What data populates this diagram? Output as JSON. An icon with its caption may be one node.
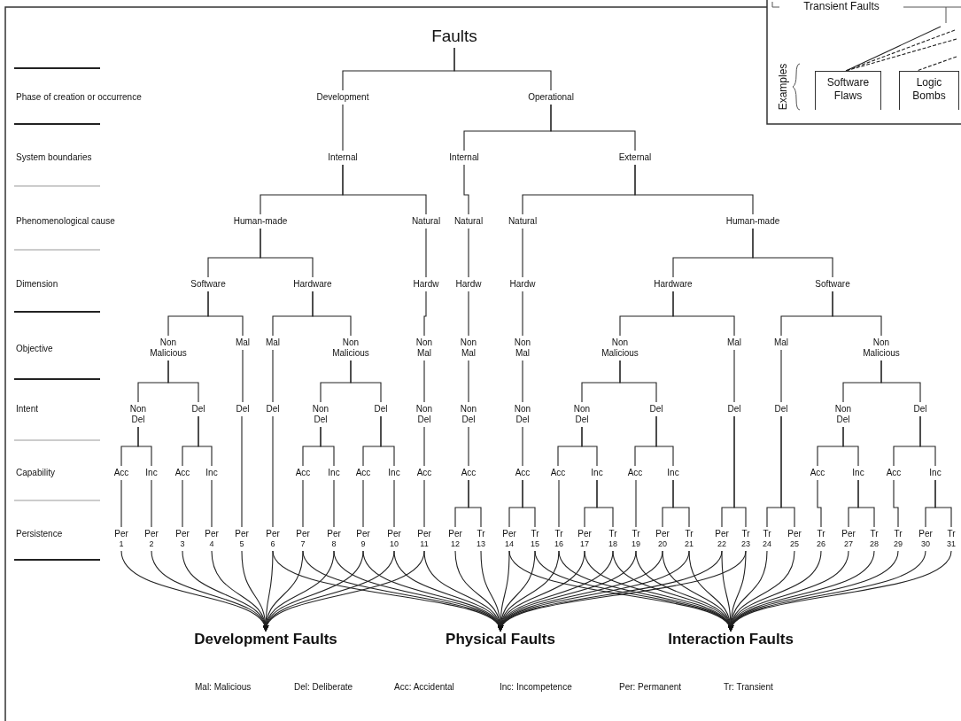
{
  "diagram": {
    "nodes": [
      {
        "text": [
          "Faults"
        ]
      },
      {
        "text": [
          "Development"
        ]
      },
      {
        "text": [
          "Operational"
        ]
      },
      {
        "text": [
          "Internal"
        ]
      },
      {
        "text": [
          "Internal"
        ]
      },
      {
        "text": [
          "External"
        ]
      },
      {
        "text": [
          "Human-made"
        ]
      },
      {
        "text": [
          "Natural"
        ]
      },
      {
        "text": [
          "Natural"
        ]
      },
      {
        "text": [
          "Natural"
        ]
      },
      {
        "text": [
          "Human-made"
        ]
      },
      {
        "text": [
          "Software"
        ]
      },
      {
        "text": [
          "Hardware"
        ]
      },
      {
        "text": [
          "Hardw"
        ]
      },
      {
        "text": [
          "Hardw"
        ]
      },
      {
        "text": [
          "Hardw"
        ]
      },
      {
        "text": [
          "Hardware"
        ]
      },
      {
        "text": [
          "Software"
        ]
      },
      {
        "text": [
          "Non Malicious"
        ]
      },
      {
        "text": [
          "Mal"
        ]
      },
      {
        "text": [
          "Mal"
        ]
      },
      {
        "text": [
          "Non Malicious"
        ]
      },
      {
        "text": [
          "Non Mal"
        ]
      },
      {
        "text": [
          "Non Mal"
        ]
      },
      {
        "text": [
          "Non Mal"
        ]
      },
      {
        "text": [
          "Non Malicious"
        ]
      },
      {
        "text": [
          "Mal"
        ]
      },
      {
        "text": [
          "Mal"
        ]
      },
      {
        "text": [
          "Non Malicious"
        ]
      },
      {
        "text": [
          "Non Del"
        ]
      },
      {
        "text": [
          "Del"
        ]
      },
      {
        "text": [
          "Del"
        ]
      },
      {
        "text": [
          "Del"
        ]
      },
      {
        "text": [
          "Non Del"
        ]
      },
      {
        "text": [
          "Del"
        ]
      },
      {
        "text": [
          "Non Del"
        ]
      },
      {
        "text": [
          "Non Del"
        ]
      },
      {
        "text": [
          "Non Del"
        ]
      },
      {
        "text": [
          "Non Del"
        ]
      },
      {
        "text": [
          "Del"
        ]
      },
      {
        "text": [
          "Del"
        ]
      },
      {
        "text": [
          "Del"
        ]
      },
      {
        "text": [
          "Non Del"
        ]
      },
      {
        "text": [
          "Del"
        ]
      },
      {
        "text": [
          "Acc"
        ]
      },
      {
        "text": [
          "Inc"
        ]
      },
      {
        "text": [
          "Acc"
        ]
      },
      {
        "text": [
          "Inc"
        ]
      },
      {
        "text": [
          "Acc"
        ]
      },
      {
        "text": [
          "Inc"
        ]
      },
      {
        "text": [
          "Acc"
        ]
      },
      {
        "text": [
          "Inc"
        ]
      },
      {
        "text": [
          "Acc"
        ]
      },
      {
        "text": [
          "Acc"
        ]
      },
      {
        "text": [
          "Acc"
        ]
      },
      {
        "text": [
          "Acc"
        ]
      },
      {
        "text": [
          "Inc"
        ]
      },
      {
        "text": [
          "Acc"
        ]
      },
      {
        "text": [
          "Inc"
        ]
      },
      {
        "text": [
          "Acc"
        ]
      },
      {
        "text": [
          "Inc"
        ]
      },
      {
        "text": [
          "Acc"
        ]
      },
      {
        "text": [
          "Inc"
        ]
      },
      {
        "text": [
          "Per"
        ],
        "beside": [
          "1"
        ]
      },
      {
        "text": [
          "Per"
        ],
        "beside": [
          "2"
        ]
      },
      {
        "text": [
          "Per"
        ],
        "beside": [
          "3"
        ]
      },
      {
        "text": [
          "Per"
        ],
        "beside": [
          "4"
        ]
      },
      {
        "text": [
          "Per"
        ],
        "beside": [
          "5"
        ]
      },
      {
        "text": [
          "Per"
        ],
        "beside": [
          "6"
        ]
      },
      {
        "text": [
          "Per"
        ],
        "beside": [
          "7"
        ]
      },
      {
        "text": [
          "Per"
        ],
        "beside": [
          "8"
        ]
      },
      {
        "text": [
          "Per"
        ],
        "beside": [
          "9"
        ]
      },
      {
        "text": [
          "Per"
        ],
        "beside": [
          "10"
        ]
      },
      {
        "text": [
          "Per"
        ],
        "beside": [
          "11"
        ]
      },
      {
        "text": [
          "Per"
        ],
        "beside": [
          "12"
        ]
      },
      {
        "text": [
          "Tr"
        ],
        "beside": [
          "13"
        ]
      },
      {
        "text": [
          "Per"
        ],
        "beside": [
          "14"
        ]
      },
      {
        "text": [
          "Tr"
        ],
        "beside": [
          "15"
        ]
      },
      {
        "text": [
          "Tr"
        ],
        "beside": [
          "16"
        ]
      },
      {
        "text": [
          "Per"
        ],
        "beside": [
          "17"
        ]
      },
      {
        "text": [
          "Tr"
        ],
        "beside": [
          "18"
        ]
      },
      {
        "text": [
          "Tr"
        ],
        "beside": [
          "19"
        ]
      },
      {
        "text": [
          "Per"
        ],
        "beside": [
          "20"
        ]
      },
      {
        "text": [
          "Tr"
        ],
        "beside": [
          "21"
        ]
      },
      {
        "text": [
          "Per"
        ],
        "beside": [
          "22"
        ]
      },
      {
        "text": [
          "Tr"
        ],
        "beside": [
          "23"
        ]
      },
      {
        "text": [
          "Tr"
        ],
        "beside": [
          "24"
        ]
      },
      {
        "text": [
          "Per"
        ],
        "beside": [
          "25"
        ]
      },
      {
        "text": [
          "Tr"
        ],
        "beside": [
          "26"
        ]
      },
      {
        "text": [
          "Per"
        ],
        "beside": [
          "27"
        ]
      },
      {
        "text": [
          "Tr"
        ],
        "beside": [
          "28"
        ]
      },
      {
        "text": [
          "Tr"
        ],
        "beside": [
          "29"
        ]
      },
      {
        "text": [
          "Per"
        ],
        "beside": [
          "30"
        ]
      },
      {
        "text": [
          "Tr"
        ],
        "beside": [
          "31"
        ]
      },
      {
        "text": [
          "Development Faults"
        ]
      },
      {
        "text": [
          "Physical Faults"
        ]
      },
      {
        "text": [
          "Interaction Faults"
        ]
      },
      {
        "text": [
          "Transient Faults"
        ]
      },
      {
        "text": [
          "Software Flaws"
        ]
      },
      {
        "text": [
          "Logic Bombs"
        ]
      }
    ],
    "edges": [
      {
        "from": 0,
        "to": 1,
        "arrow": "none"
      },
      {
        "from": 0,
        "to": 2,
        "arrow": "none"
      },
      {
        "from": 1,
        "to": 3,
        "arrow": "none"
      },
      {
        "from": 2,
        "to": 4,
        "arrow": "none"
      },
      {
        "from": 2,
        "to": 5,
        "arrow": "none"
      },
      {
        "from": 3,
        "to": 6,
        "arrow": "none"
      },
      {
        "from": 3,
        "to": 7,
        "arrow": "none"
      },
      {
        "from": 4,
        "to": 8,
        "arrow": "none"
      },
      {
        "from": 5,
        "to": 9,
        "arrow": "none"
      },
      {
        "from": 5,
        "to": 10,
        "arrow": "none"
      },
      {
        "from": 6,
        "to": 11,
        "arrow": "none"
      },
      {
        "from": 6,
        "to": 12,
        "arrow": "none"
      },
      {
        "from": 7,
        "to": 13,
        "arrow": "none"
      },
      {
        "from": 8,
        "to": 14,
        "arrow": "none"
      },
      {
        "from": 9,
        "to": 15,
        "arrow": "none"
      },
      {
        "from": 10,
        "to": 16,
        "arrow": "none"
      },
      {
        "from": 10,
        "to": 17,
        "arrow": "none"
      },
      {
        "from": 11,
        "to": 18,
        "arrow": "none"
      },
      {
        "from": 11,
        "to": 19,
        "arrow": "none"
      },
      {
        "from": 12,
        "to": 20,
        "arrow": "none"
      },
      {
        "from": 12,
        "to": 21,
        "arrow": "none"
      },
      {
        "from": 13,
        "to": 22,
        "arrow": "none"
      },
      {
        "from": 14,
        "to": 23,
        "arrow": "none"
      },
      {
        "from": 15,
        "to": 24,
        "arrow": "none"
      },
      {
        "from": 16,
        "to": 25,
        "arrow": "none"
      },
      {
        "from": 16,
        "to": 26,
        "arrow": "none"
      },
      {
        "from": 17,
        "to": 27,
        "arrow": "none"
      },
      {
        "from": 17,
        "to": 28,
        "arrow": "none"
      },
      {
        "from": 18,
        "to": 29,
        "arrow": "none"
      },
      {
        "from": 18,
        "to": 30,
        "arrow": "none"
      },
      {
        "from": 19,
        "to": 31,
        "arrow": "none"
      },
      {
        "from": 20,
        "to": 32,
        "arrow": "none"
      },
      {
        "from": 21,
        "to": 33,
        "arrow": "none"
      },
      {
        "from": 21,
        "to": 34,
        "arrow": "none"
      },
      {
        "from": 22,
        "to": 35,
        "arrow": "none"
      },
      {
        "from": 23,
        "to": 36,
        "arrow": "none"
      },
      {
        "from": 24,
        "to": 37,
        "arrow": "none"
      },
      {
        "from": 25,
        "to": 38,
        "arrow": "none"
      },
      {
        "from": 25,
        "to": 39,
        "arrow": "none"
      },
      {
        "from": 26,
        "to": 40,
        "arrow": "none"
      },
      {
        "from": 27,
        "to": 41,
        "arrow": "none"
      },
      {
        "from": 28,
        "to": 42,
        "arrow": "none"
      },
      {
        "from": 28,
        "to": 43,
        "arrow": "none"
      },
      {
        "from": 29,
        "to": 44,
        "arrow": "none"
      },
      {
        "from": 29,
        "to": 45,
        "arrow": "none"
      },
      {
        "from": 30,
        "to": 46,
        "arrow": "none"
      },
      {
        "from": 30,
        "to": 47,
        "arrow": "none"
      },
      {
        "from": 31,
        "to": 67,
        "arrow": "none"
      },
      {
        "from": 32,
        "to": 68,
        "arrow": "none"
      },
      {
        "from": 33,
        "to": 48,
        "arrow": "none"
      },
      {
        "from": 33,
        "to": 49,
        "arrow": "none"
      },
      {
        "from": 34,
        "to": 50,
        "arrow": "none"
      },
      {
        "from": 34,
        "to": 51,
        "arrow": "none"
      },
      {
        "from": 35,
        "to": 52,
        "arrow": "none"
      },
      {
        "from": 36,
        "to": 53,
        "arrow": "none"
      },
      {
        "from": 37,
        "to": 54,
        "arrow": "none"
      },
      {
        "from": 38,
        "to": 55,
        "arrow": "none"
      },
      {
        "from": 38,
        "to": 56,
        "arrow": "none"
      },
      {
        "from": 39,
        "to": 57,
        "arrow": "none"
      },
      {
        "from": 39,
        "to": 58,
        "arrow": "none"
      },
      {
        "from": 40,
        "to": 84,
        "arrow": "none"
      },
      {
        "from": 40,
        "to": 85,
        "arrow": "none"
      },
      {
        "from": 41,
        "to": 86,
        "arrow": "none"
      },
      {
        "from": 41,
        "to": 87,
        "arrow": "none"
      },
      {
        "from": 42,
        "to": 59,
        "arrow": "none"
      },
      {
        "from": 42,
        "to": 60,
        "arrow": "none"
      },
      {
        "from": 43,
        "to": 61,
        "arrow": "none"
      },
      {
        "from": 43,
        "to": 62,
        "arrow": "none"
      },
      {
        "from": 44,
        "to": 63,
        "arrow": "none"
      },
      {
        "from": 45,
        "to": 64,
        "arrow": "none"
      },
      {
        "from": 46,
        "to": 65,
        "arrow": "none"
      },
      {
        "from": 47,
        "to": 66,
        "arrow": "none"
      },
      {
        "from": 48,
        "to": 69,
        "arrow": "none"
      },
      {
        "from": 49,
        "to": 70,
        "arrow": "none"
      },
      {
        "from": 50,
        "to": 71,
        "arrow": "none"
      },
      {
        "from": 51,
        "to": 72,
        "arrow": "none"
      },
      {
        "from": 52,
        "to": 73,
        "arrow": "none"
      },
      {
        "from": 53,
        "to": 74,
        "arrow": "none"
      },
      {
        "from": 53,
        "to": 75,
        "arrow": "none"
      },
      {
        "from": 54,
        "to": 76,
        "arrow": "none"
      },
      {
        "from": 54,
        "to": 77,
        "arrow": "none"
      },
      {
        "from": 55,
        "to": 78,
        "arrow": "none"
      },
      {
        "from": 56,
        "to": 79,
        "arrow": "none"
      },
      {
        "from": 56,
        "to": 80,
        "arrow": "none"
      },
      {
        "from": 57,
        "to": 81,
        "arrow": "none"
      },
      {
        "from": 58,
        "to": 82,
        "arrow": "none"
      },
      {
        "from": 58,
        "to": 83,
        "arrow": "none"
      },
      {
        "from": 59,
        "to": 88,
        "arrow": "none"
      },
      {
        "from": 60,
        "to": 89,
        "arrow": "none"
      },
      {
        "from": 60,
        "to": 90,
        "arrow": "none"
      },
      {
        "from": 61,
        "to": 91,
        "arrow": "none"
      },
      {
        "from": 62,
        "to": 92,
        "arrow": "none"
      },
      {
        "from": 62,
        "to": 93,
        "arrow": "none"
      },
      {
        "from": 63,
        "to": 94,
        "arrow": "to"
      },
      {
        "from": 64,
        "to": 94,
        "arrow": "to"
      },
      {
        "from": 65,
        "to": 94,
        "arrow": "to"
      },
      {
        "from": 66,
        "to": 94,
        "arrow": "to"
      },
      {
        "from": 67,
        "to": 94,
        "arrow": "to"
      },
      {
        "from": 68,
        "to": 94,
        "arrow": "to"
      },
      {
        "from": 69,
        "to": 94,
        "arrow": "to"
      },
      {
        "from": 70,
        "to": 94,
        "arrow": "to"
      },
      {
        "from": 71,
        "to": 94,
        "arrow": "to"
      },
      {
        "from": 72,
        "to": 94,
        "arrow": "to"
      },
      {
        "from": 73,
        "to": 94,
        "arrow": "to"
      },
      {
        "from": 68,
        "to": 95,
        "arrow": "to"
      },
      {
        "from": 69,
        "to": 95,
        "arrow": "to"
      },
      {
        "from": 70,
        "to": 95,
        "arrow": "to"
      },
      {
        "from": 71,
        "to": 95,
        "arrow": "to"
      },
      {
        "from": 72,
        "to": 95,
        "arrow": "to"
      },
      {
        "from": 73,
        "to": 95,
        "arrow": "to"
      },
      {
        "from": 74,
        "to": 95,
        "arrow": "to"
      },
      {
        "from": 75,
        "to": 95,
        "arrow": "to"
      },
      {
        "from": 76,
        "to": 95,
        "arrow": "to"
      },
      {
        "from": 77,
        "to": 95,
        "arrow": "to"
      },
      {
        "from": 78,
        "to": 95,
        "arrow": "to"
      },
      {
        "from": 79,
        "to": 95,
        "arrow": "to"
      },
      {
        "from": 80,
        "to": 95,
        "arrow": "to"
      },
      {
        "from": 81,
        "to": 95,
        "arrow": "to"
      },
      {
        "from": 82,
        "to": 95,
        "arrow": "to"
      },
      {
        "from": 83,
        "to": 95,
        "arrow": "to"
      },
      {
        "from": 84,
        "to": 95,
        "arrow": "to"
      },
      {
        "from": 85,
        "to": 95,
        "arrow": "to"
      },
      {
        "from": 76,
        "to": 96,
        "arrow": "to"
      },
      {
        "from": 77,
        "to": 96,
        "arrow": "to"
      },
      {
        "from": 78,
        "to": 96,
        "arrow": "to"
      },
      {
        "from": 79,
        "to": 96,
        "arrow": "to"
      },
      {
        "from": 80,
        "to": 96,
        "arrow": "to"
      },
      {
        "from": 81,
        "to": 96,
        "arrow": "to"
      },
      {
        "from": 82,
        "to": 96,
        "arrow": "to"
      },
      {
        "from": 83,
        "to": 96,
        "arrow": "to"
      },
      {
        "from": 84,
        "to": 96,
        "arrow": "to"
      },
      {
        "from": 85,
        "to": 96,
        "arrow": "to"
      },
      {
        "from": 86,
        "to": 96,
        "arrow": "to"
      },
      {
        "from": 87,
        "to": 96,
        "arrow": "to"
      },
      {
        "from": 88,
        "to": 96,
        "arrow": "to"
      },
      {
        "from": 89,
        "to": 96,
        "arrow": "to"
      },
      {
        "from": 90,
        "to": 96,
        "arrow": "to"
      },
      {
        "from": 91,
        "to": 96,
        "arrow": "to"
      },
      {
        "from": 92,
        "to": 96,
        "arrow": "to"
      },
      {
        "from": 93,
        "to": 96,
        "arrow": "to"
      },
      {
        "from": null,
        "to": 98,
        "arrow": "none"
      },
      {
        "from": null,
        "to": 98,
        "arrow": "none",
        "style": "dashed"
      },
      {
        "from": null,
        "to": 98,
        "arrow": "none",
        "style": "dashed"
      },
      {
        "from": null,
        "to": 99,
        "arrow": "none",
        "style": "dashed"
      }
    ],
    "labels": [
      "Phase of creation or occurrence",
      "System boundaries",
      "Phenomenological cause",
      "Dimension",
      "Objective",
      "Intent",
      "Capability",
      "Persistence",
      "Examples",
      "Mal: Malicious",
      "Del: Deliberate",
      "Acc: Accidental",
      "Inc: Incompetence",
      "Per: Permanent",
      "Tr: Transient"
    ]
  }
}
